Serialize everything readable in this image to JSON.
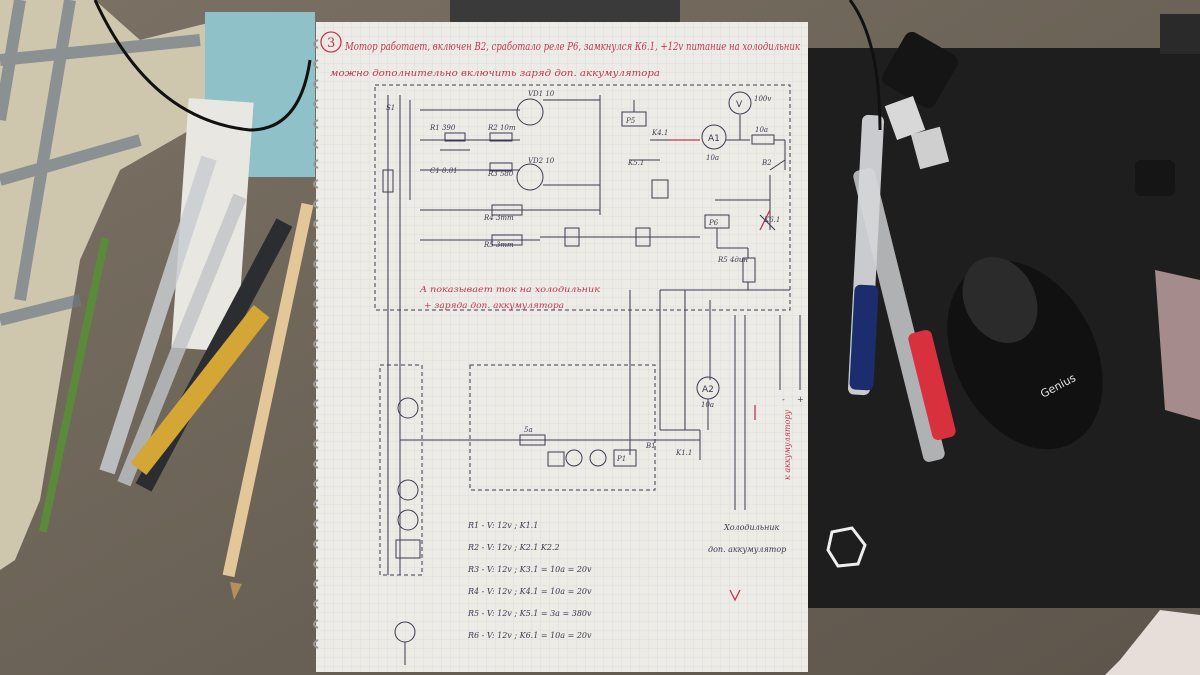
{
  "page": {
    "number": "3",
    "heading_line1": "Мотор работает, включен В2, сработало реле Р6, замкнулся К6.1, +12v питание на холодильник",
    "heading_line2": "можно дополнительно включить заряд доп. аккумулятора"
  },
  "components": {
    "r1": "R1 390",
    "r2": "R2 10m",
    "c1": "C1 0.01",
    "r3": "R3 580",
    "vd1": "VD1 10",
    "vd2": "VD2 10",
    "r4": "R4 3mm",
    "r5": "R5 3mm",
    "vbadge": "V",
    "v_range": "100v",
    "a1": "A1",
    "a1_range": "10a",
    "a2": "A2",
    "a2_range": "10a",
    "k41": "K4.1",
    "k51": "K5.1",
    "k61": "K6.1",
    "p5": "P5",
    "p6": "P6",
    "r5_shunt": "R5 4дин",
    "b2": "B2",
    "b1": "B1",
    "s1": "S1",
    "fuse": "10a",
    "shunt2": "5a",
    "k11": "K1.1",
    "p1": "P1"
  },
  "annotation": {
    "line1": "A показывает ток на холодильник",
    "line2": "+ заряда доп. аккумулятора"
  },
  "legend": [
    "R1 - V: 12v ; K1.1",
    "R2 - V: 12v ; K2.1 K2.2",
    "R3 - V: 12v ; K3.1 = 10a = 20v",
    "R4 - V: 12v ; K4.1 = 10a = 20v",
    "R5 - V: 12v ; K5.1 = 3a = 380v",
    "R6 - V: 12v ; K6.1 = 10a = 20v"
  ],
  "labels": {
    "fridge": "Холодильник",
    "battery": "доп. аккумулятор",
    "side_label": "к аккумулятору",
    "minus": "-",
    "plus": "+"
  },
  "mouse": {
    "brand": "Genius"
  },
  "colors": {
    "paper": "#ecebe6",
    "ink": "#3d3a52",
    "red_ink": "#c2384e",
    "desk": "#706659",
    "mat": "#1e1d1d"
  }
}
